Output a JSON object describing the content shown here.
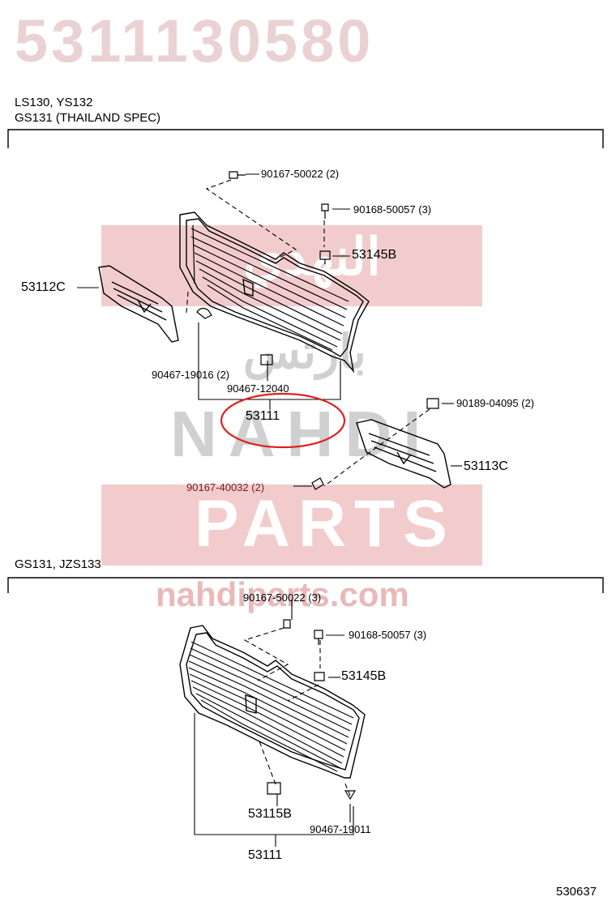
{
  "part_number_heading": "5311130580",
  "top_section": {
    "models_line1": "LS130, YS132",
    "models_line2": "GS131 (THAILAND  SPEC)",
    "labels": {
      "screw_top": "90167-50022 (2)",
      "screw_right": "90168-50057 (3)",
      "clip_right": "53145B",
      "bracket_left": "53112C",
      "clip_left": "90467-19016 (2)",
      "clip_center": "90467-12040",
      "grille": "53111",
      "clip_far_right": "90189-04095 (2)",
      "bracket_right": "53113C",
      "screw_bottom": "90167-40032 (2)"
    }
  },
  "bottom_section": {
    "models_line": "GS131, JZS133",
    "labels": {
      "screw_top": "90167-50022 (3)",
      "screw_right": "90168-50057 (3)",
      "clip_right": "53145B",
      "clip_center": "53115B",
      "clip_right_low": "90467-19011",
      "grille": "53111"
    }
  },
  "watermark": {
    "arabic": "النهدي",
    "arabic2": "بارتس",
    "brand1": "NAHDI",
    "brand2": "PARTS",
    "url": "nahdiparts.com"
  },
  "diagram_code": "530637",
  "colors": {
    "highlight_ellipse": "#e02020",
    "watermark_band": "#e7a2a2",
    "heading": "#ead2d2"
  }
}
